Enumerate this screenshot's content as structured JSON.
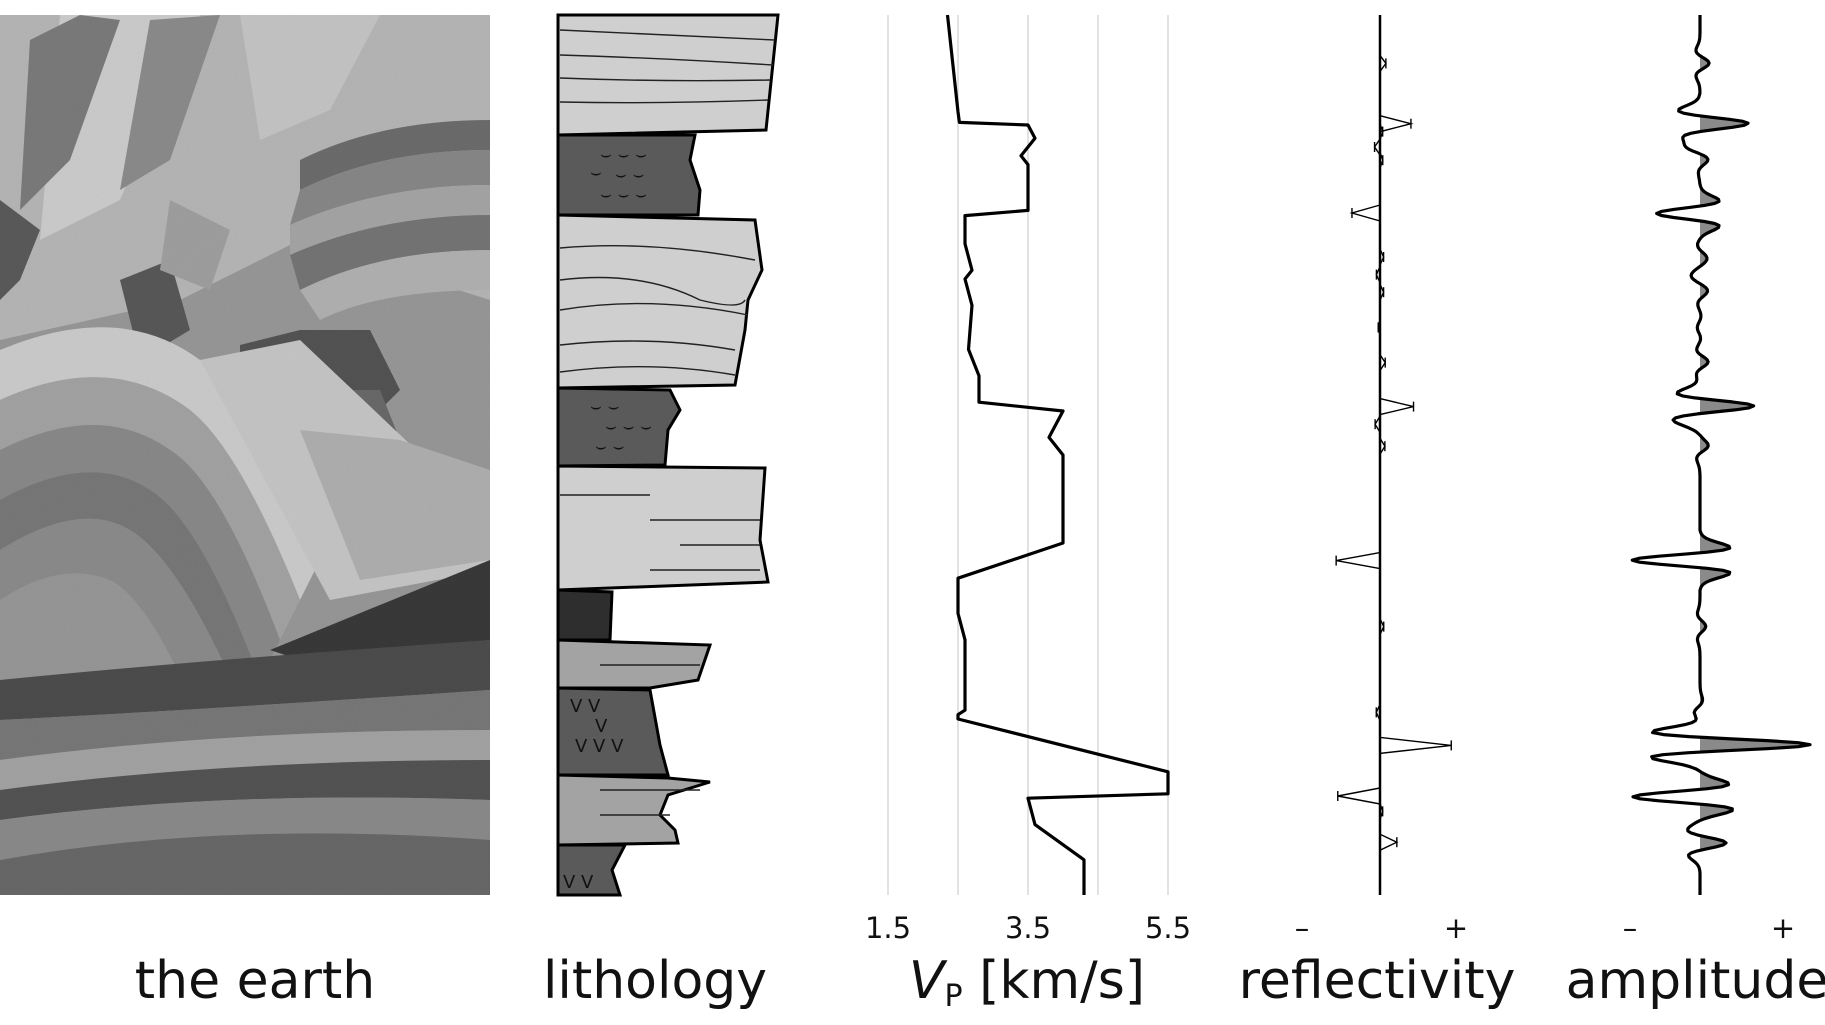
{
  "panels": {
    "earth": {
      "label": "the earth"
    },
    "lithology": {
      "label": "lithology"
    },
    "vp": {
      "label_var": "V",
      "label_sub": "P",
      "label_unit": " [km/s]",
      "ticks": [
        "1.5",
        "3.5",
        "5.5"
      ],
      "tick_values": [
        1.5,
        3.5,
        5.5
      ],
      "grid_values": [
        1.5,
        2.5,
        3.5,
        4.5,
        5.5
      ],
      "xlim": [
        1.5,
        5.5
      ]
    },
    "reflectivity": {
      "label": "reflectivity",
      "neg": "–",
      "pos": "+"
    },
    "amplitude": {
      "label": "amplitude",
      "neg": "–",
      "pos": "+"
    }
  },
  "colors": {
    "light_rock": "#cfcfcf",
    "dark_rock": "#5a5a5a",
    "mid_rock": "#a3a3a3",
    "black_rock": "#2e2e2e",
    "wiggle_fill": "#8a8a8a",
    "grid": "#d8d8d8"
  },
  "chart_data": {
    "type": "line",
    "note_series": "Vp log vs depth (depth in fraction of track, 0 = top)",
    "series": [
      {
        "values_depth": [
          0.0,
          0.11,
          0.122,
          0.125,
          0.14,
          0.16,
          0.17,
          0.19,
          0.222,
          0.228,
          0.26,
          0.29,
          0.3,
          0.33,
          0.38,
          0.41,
          0.42,
          0.44,
          0.45,
          0.48,
          0.5,
          0.6,
          0.64,
          0.68,
          0.71,
          0.79,
          0.795,
          0.8,
          0.86,
          0.885,
          0.89,
          0.92,
          0.96,
          1.0
        ],
        "values_vp": [
          2.35,
          2.5,
          2.52,
          3.5,
          3.6,
          3.4,
          3.5,
          3.5,
          3.5,
          2.6,
          2.6,
          2.7,
          2.6,
          2.7,
          2.65,
          2.8,
          2.8,
          2.8,
          4.0,
          3.8,
          4.0,
          4.0,
          2.5,
          2.5,
          2.6,
          2.6,
          2.5,
          2.5,
          5.5,
          5.5,
          3.5,
          3.6,
          4.3,
          4.3
        ]
      }
    ]
  }
}
